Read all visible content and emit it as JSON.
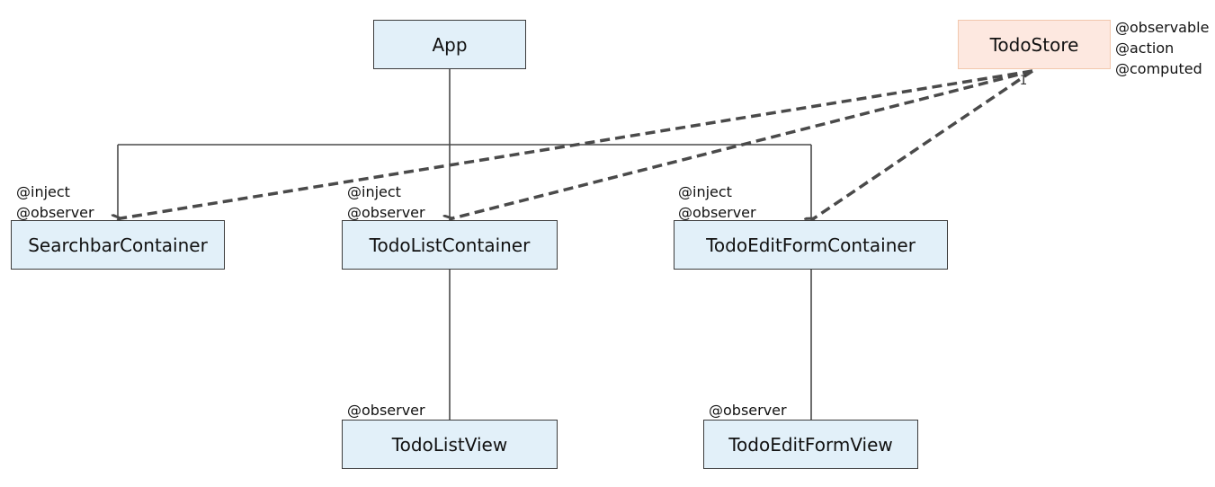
{
  "nodes": {
    "app": "App",
    "todo_store": "TodoStore",
    "searchbar_container": "SearchbarContainer",
    "todo_list_container": "TodoListContainer",
    "todo_edit_form_container": "TodoEditFormContainer",
    "todo_list_view": "TodoListView",
    "todo_edit_form_view": "TodoEditFormView"
  },
  "annotations": {
    "store": [
      "@observable",
      "@action",
      "@computed"
    ],
    "searchbar_container": [
      "@inject",
      "@observer"
    ],
    "todo_list_container": [
      "@inject",
      "@observer"
    ],
    "todo_edit_form_container": [
      "@inject",
      "@observer"
    ],
    "todo_list_view": [
      "@observer"
    ],
    "todo_edit_form_view": [
      "@observer"
    ]
  },
  "edges": {
    "hierarchy": [
      [
        "App",
        "SearchbarContainer"
      ],
      [
        "App",
        "TodoListContainer"
      ],
      [
        "App",
        "TodoEditFormContainer"
      ],
      [
        "TodoListContainer",
        "TodoListView"
      ],
      [
        "TodoEditFormContainer",
        "TodoEditFormView"
      ]
    ],
    "injection": [
      [
        "TodoStore",
        "SearchbarContainer"
      ],
      [
        "TodoStore",
        "TodoListContainer"
      ],
      [
        "TodoStore",
        "TodoEditFormContainer"
      ]
    ]
  },
  "colors": {
    "node_fill": "#e2f0f9",
    "store_fill": "#fde8e0",
    "store_border": "#f2c7ad",
    "line": "#4a4a4a"
  }
}
